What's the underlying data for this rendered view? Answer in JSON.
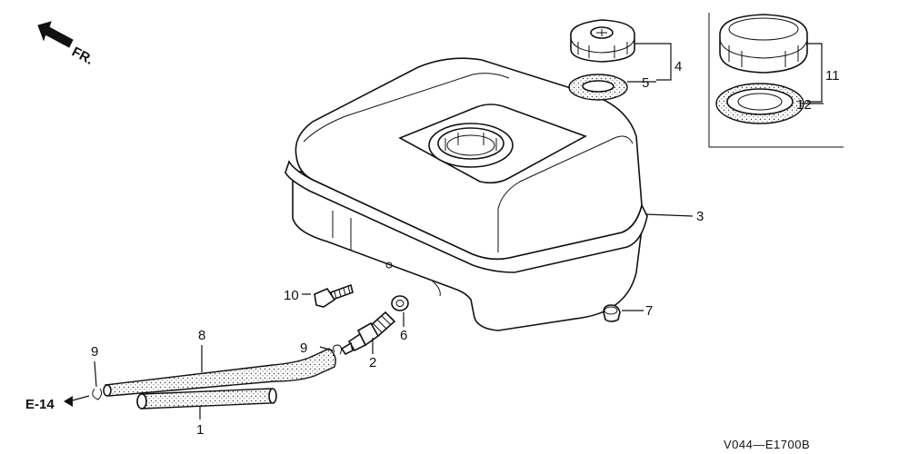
{
  "direction_marker": {
    "text": "FR."
  },
  "reference_label": {
    "text": "E-14"
  },
  "diagram_code": {
    "text": "V044—E1700B"
  },
  "callouts": {
    "c1": "1",
    "c2": "2",
    "c3": "3",
    "c4": "4",
    "c5": "5",
    "c6": "6",
    "c7": "7",
    "c8": "8",
    "c9a": "9",
    "c9b": "9",
    "c10": "10",
    "c11": "11",
    "c12": "12"
  }
}
